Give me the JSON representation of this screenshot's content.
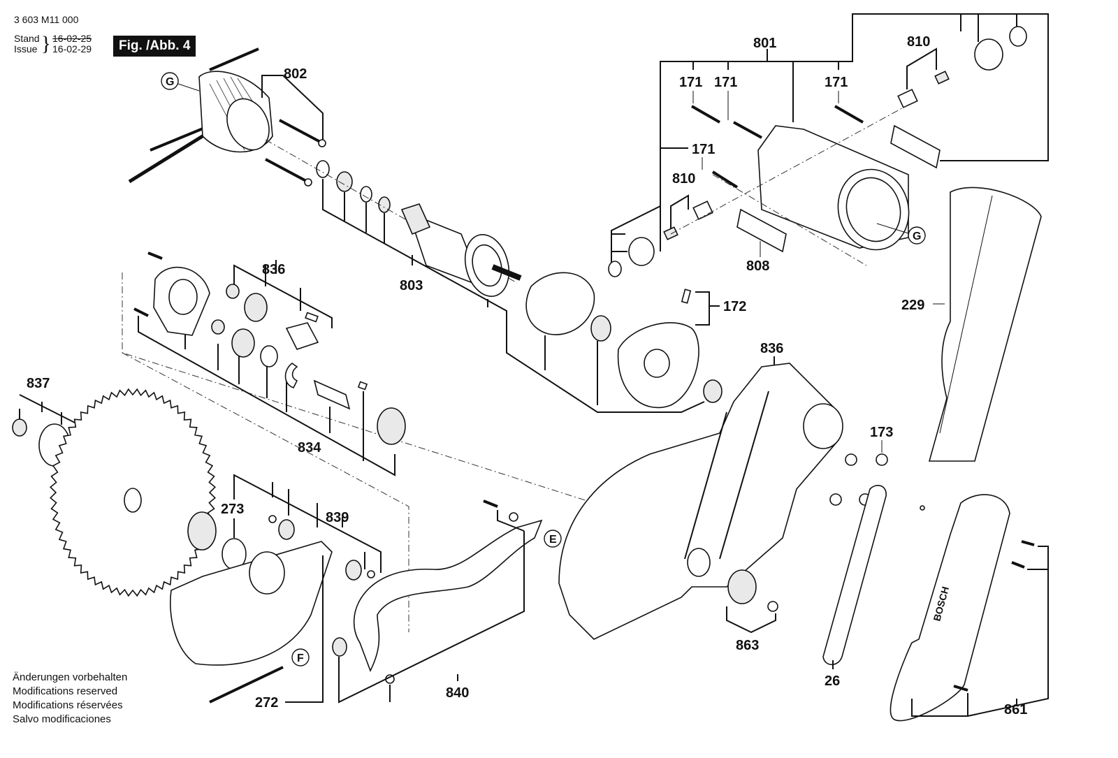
{
  "header": {
    "part_number": "3 603 M11 000",
    "stand_label": "Stand",
    "issue_label": "Issue",
    "stand_date_struck": "16-02-25",
    "issue_date": "16-02-29",
    "figure_label": "Fig. /Abb. 4"
  },
  "footer": {
    "lines": [
      "Änderungen vorbehalten",
      "Modifications reserved",
      "Modifications réservées",
      "Salvo modificaciones"
    ]
  },
  "part_labels": {
    "l802": "802",
    "l801": "801",
    "l810a": "810",
    "l810b": "810",
    "l171a": "171",
    "l171b": "171",
    "l171c": "171",
    "l171d": "171",
    "l808": "808",
    "l803": "803",
    "l836a": "836",
    "l836b": "836",
    "l172": "172",
    "l229": "229",
    "l837": "837",
    "l834": "834",
    "l273": "273",
    "l839": "839",
    "l173": "173",
    "l863": "863",
    "l26": "26",
    "l840": "840",
    "l272": "272",
    "l861": "861"
  },
  "reference_markers": {
    "g1": "G",
    "g2": "G",
    "e": "E",
    "f": "F"
  },
  "brand_mark": "BOSCH"
}
